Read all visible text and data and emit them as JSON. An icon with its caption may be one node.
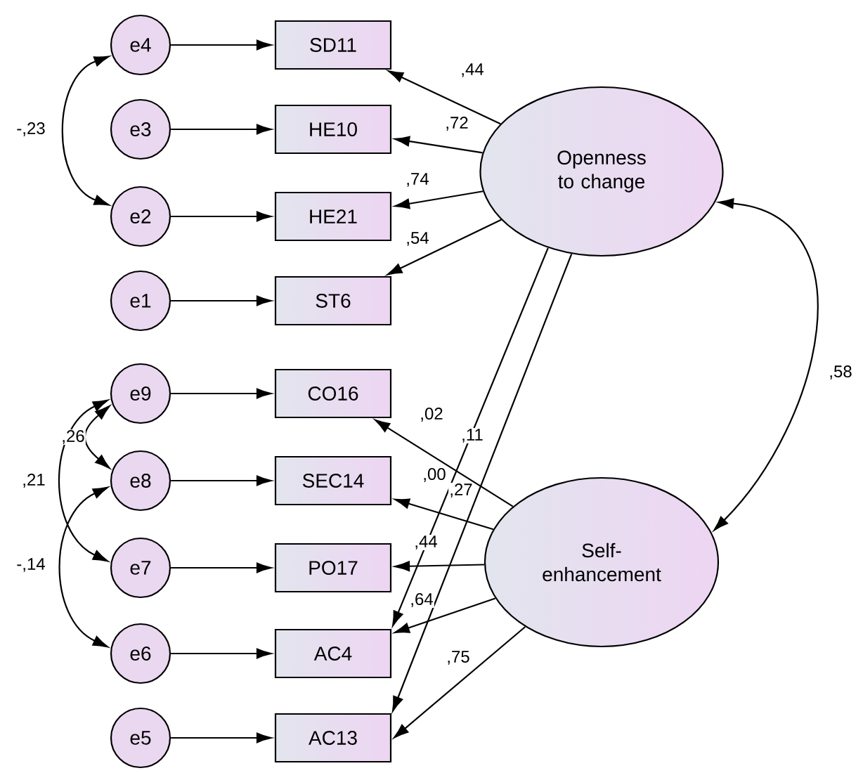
{
  "diagram": {
    "nodes": [
      {
        "text": [
          "e4"
        ]
      },
      {
        "text": [
          "SD11"
        ]
      },
      {
        "text": [
          "e3"
        ]
      },
      {
        "text": [
          "HE10"
        ]
      },
      {
        "text": [
          "e2"
        ]
      },
      {
        "text": [
          "HE21"
        ]
      },
      {
        "text": [
          "e1"
        ]
      },
      {
        "text": [
          "ST6"
        ]
      },
      {
        "text": [
          "Openness to change"
        ]
      },
      {
        "text": [
          "e9"
        ]
      },
      {
        "text": [
          "CO16"
        ]
      },
      {
        "text": [
          "e8"
        ]
      },
      {
        "text": [
          "SEC14"
        ]
      },
      {
        "text": [
          "e7"
        ]
      },
      {
        "text": [
          "PO17"
        ]
      },
      {
        "text": [
          "e6"
        ]
      },
      {
        "text": [
          "AC4"
        ]
      },
      {
        "text": [
          "e5"
        ]
      },
      {
        "text": [
          "AC13"
        ]
      },
      {
        "text": [
          "Self-enhancement"
        ]
      }
    ],
    "edges": [
      {
        "from": 0,
        "to": 1,
        "arrow": "to"
      },
      {
        "from": 2,
        "to": 3,
        "arrow": "to"
      },
      {
        "from": 4,
        "to": 5,
        "arrow": "to"
      },
      {
        "from": 6,
        "to": 7,
        "arrow": "to"
      },
      {
        "from": 9,
        "to": 10,
        "arrow": "to"
      },
      {
        "from": 11,
        "to": 12,
        "arrow": "to"
      },
      {
        "from": 13,
        "to": 14,
        "arrow": "to"
      },
      {
        "from": 15,
        "to": 16,
        "arrow": "to"
      },
      {
        "from": 17,
        "to": 18,
        "arrow": "to"
      },
      {
        "from": 8,
        "to": 1,
        "arrow": "to",
        "label": ",44"
      },
      {
        "from": 8,
        "to": 3,
        "arrow": "to",
        "label": ",72"
      },
      {
        "from": 8,
        "to": 5,
        "arrow": "to",
        "label": ",74"
      },
      {
        "from": 8,
        "to": 7,
        "arrow": "to",
        "label": ",54"
      },
      {
        "from": 8,
        "to": 16,
        "arrow": "to",
        "label": ",11"
      },
      {
        "from": 8,
        "to": 18,
        "arrow": "to",
        "label": ",27"
      },
      {
        "from": 19,
        "to": 10,
        "arrow": "to",
        "label": ",02"
      },
      {
        "from": 19,
        "to": 12,
        "arrow": "to",
        "label": ",00"
      },
      {
        "from": 19,
        "to": 14,
        "arrow": "to",
        "label": ",44"
      },
      {
        "from": 19,
        "to": 16,
        "arrow": "to",
        "label": ",64"
      },
      {
        "from": 19,
        "to": 18,
        "arrow": "to",
        "label": ",75"
      },
      {
        "from": 0,
        "to": 4,
        "arrow": "both",
        "label": "-,23"
      },
      {
        "from": 9,
        "to": 11,
        "arrow": "both",
        "label": ",26"
      },
      {
        "from": 9,
        "to": 13,
        "arrow": "both",
        "label": ",21"
      },
      {
        "from": 11,
        "to": 15,
        "arrow": "both",
        "label": "-,14"
      },
      {
        "from": 8,
        "to": 19,
        "arrow": "both",
        "label": ",58"
      }
    ]
  }
}
